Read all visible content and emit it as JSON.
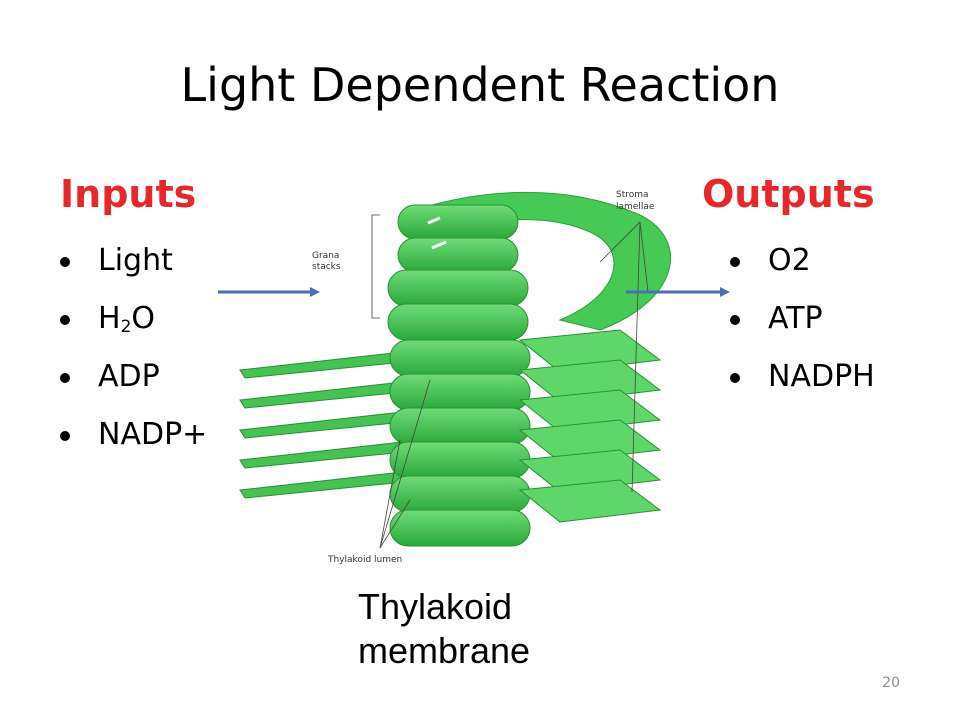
{
  "slide": {
    "title": "Light Dependent Reaction",
    "number": "20"
  },
  "inputs": {
    "heading": "Inputs",
    "items": [
      "Light",
      "H",
      "2",
      "O",
      "ADP",
      "NADP+"
    ]
  },
  "outputs": {
    "heading": "Outputs",
    "items": [
      "O2",
      "ATP",
      "NADPH"
    ]
  },
  "diagram": {
    "labels": {
      "grana_1": "Grana",
      "grana_2": "stacks",
      "stroma_1": "Stroma",
      "stroma_2": "lamellae",
      "lumen": "Thylakoid lumen"
    }
  },
  "caption": {
    "line1": "Thylakoid",
    "line2": "membrane"
  },
  "colors": {
    "heading": "#e8272a",
    "arrow": "#4a6fb5",
    "membrane": "#3cc54a"
  }
}
